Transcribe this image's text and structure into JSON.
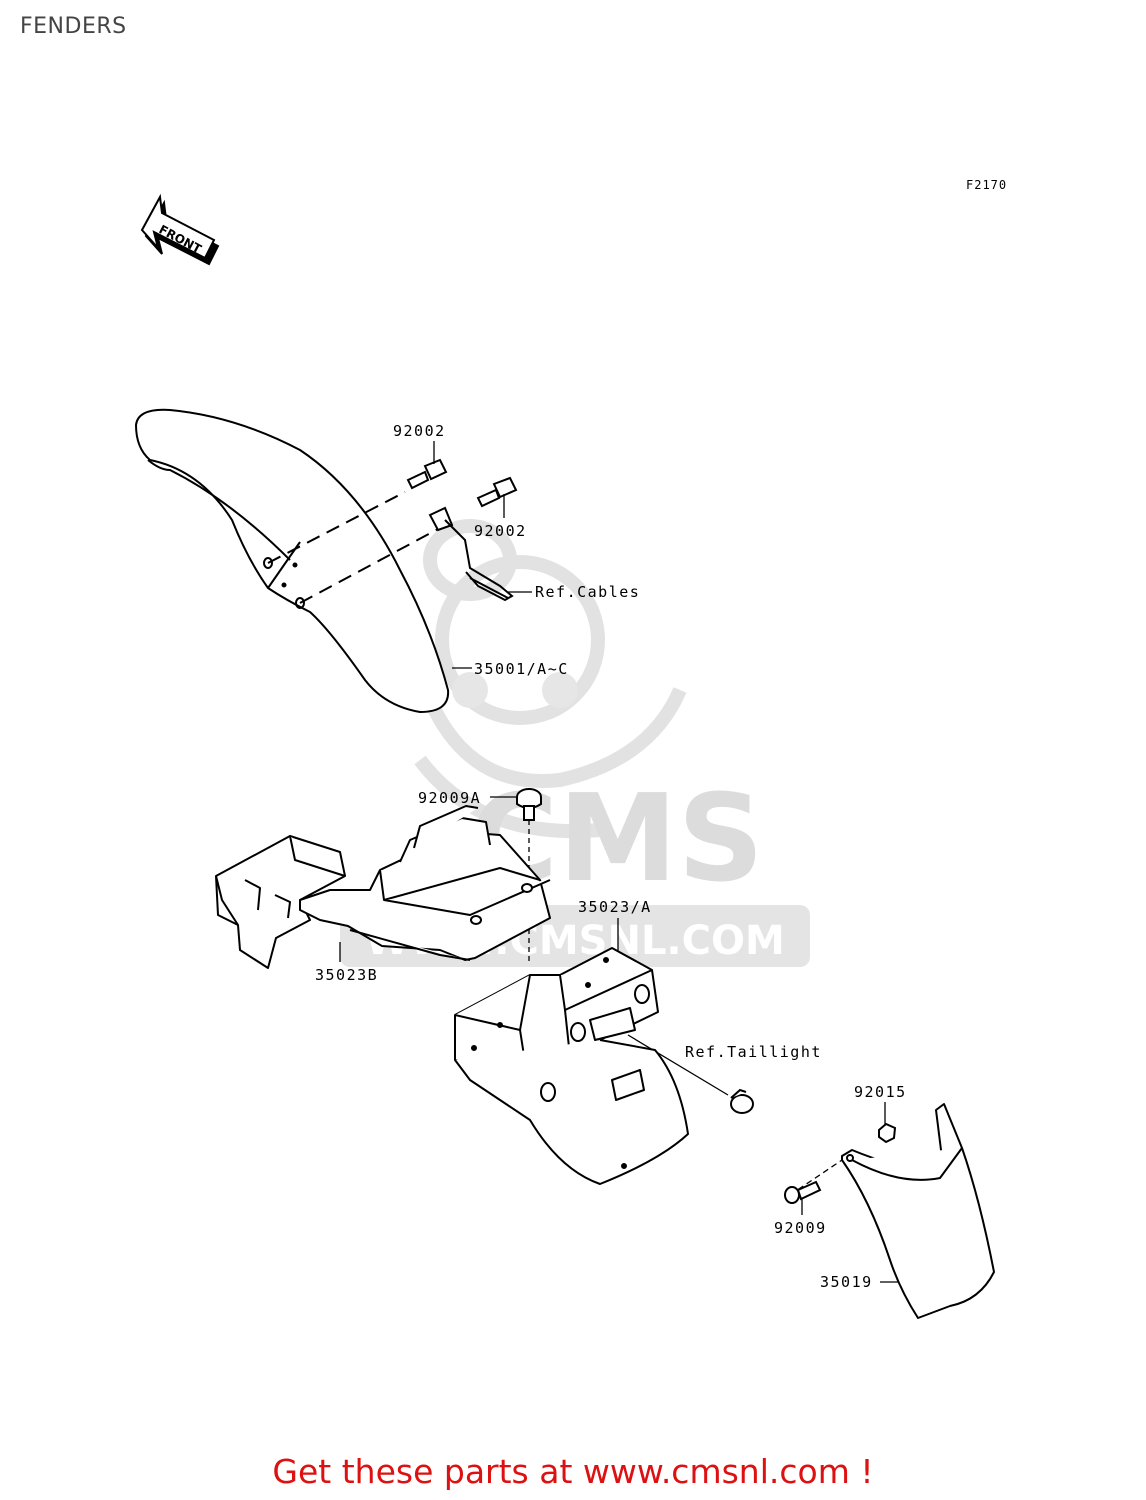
{
  "page": {
    "title": "FENDERS",
    "figure_code": "F2170"
  },
  "watermark": {
    "brand": "CMS",
    "url": "WWW.CMSNL.COM"
  },
  "front_arrow": {
    "label": "FRONT"
  },
  "parts": {
    "bolt_upper": "92002",
    "bolt_lower": "92002",
    "ref_cables": "Ref.Cables",
    "front_fender": "35001/A~C",
    "screw_92009a": "92009A",
    "inner_fender": "35023B",
    "rear_fender": "35023/A",
    "ref_taillight": "Ref.Taillight",
    "nut_92015": "92015",
    "screw_92009": "92009",
    "flap_35019": "35019"
  },
  "footer": {
    "text": "Get these parts at www.cmsnl.com !"
  }
}
